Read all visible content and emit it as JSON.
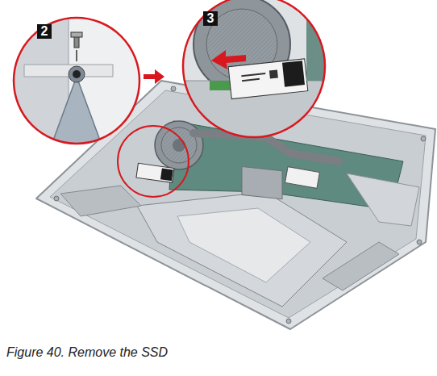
{
  "diagram": {
    "caption": "Figure 40. Remove the SSD",
    "labels": [
      "2",
      "3"
    ]
  }
}
